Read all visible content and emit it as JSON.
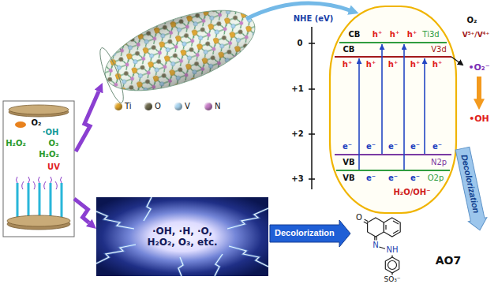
{
  "diagram": {
    "nodes": [
      {
        "text": [
          "O₂",
          "·OH",
          "H₂O₂",
          "O₃",
          "H₂O₂",
          "UV"
        ]
      },
      {
        "text": [
          "·OH, ·H, ·O, H₂O₂, O₃, etc."
        ]
      },
      {
        "text": [
          "Decolorization"
        ]
      },
      {
        "text": [
          "Decolorization"
        ]
      }
    ],
    "edges": [
      {
        "from": 0,
        "to": 1,
        "arrow": "to"
      }
    ],
    "labels": [
      "NHE (eV)",
      "0",
      "+1",
      "+2",
      "+3",
      "CB",
      "h⁺",
      "h⁺",
      "h⁺",
      "Ti3d",
      "CB",
      "V3d",
      "h⁺",
      "h⁺",
      "h⁺",
      "h⁺",
      "h⁺",
      "e⁻",
      "e⁻",
      "e⁻",
      "e⁻",
      "e⁻",
      "VB",
      "N2p",
      "VB",
      "e⁻",
      "e⁻",
      "e⁻",
      "O2p",
      "O₂",
      "V⁵⁺/V⁴⁺",
      "•O₂⁻",
      "•OH",
      "H₂O/OH⁻",
      "O",
      "N",
      "NH",
      "SO₃⁻",
      "AO7"
    ],
    "legend": [
      {
        "text": "Ti",
        "color": "#e0a52a"
      },
      {
        "text": "O",
        "color": "#6e6a4e"
      },
      {
        "text": "V",
        "color": "#a9d4ef"
      },
      {
        "text": "N",
        "color": "#c77dc7"
      }
    ]
  }
}
